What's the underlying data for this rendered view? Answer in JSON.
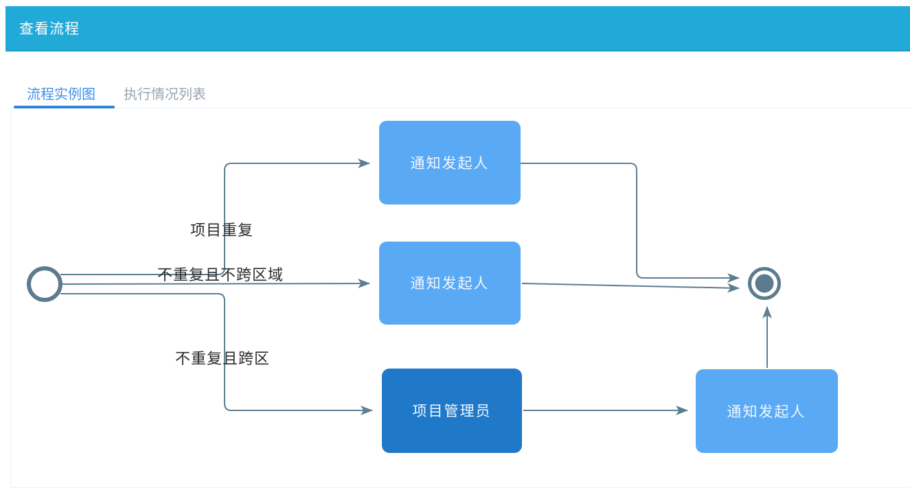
{
  "header": {
    "title": "查看流程"
  },
  "tabs": [
    {
      "label": "流程实例图",
      "active": true
    },
    {
      "label": "执行情况列表",
      "active": false
    }
  ],
  "diagram": {
    "events": [
      {
        "id": "start",
        "type": "start-event"
      },
      {
        "id": "end",
        "type": "end-event"
      }
    ],
    "nodes": [
      {
        "id": "notify-initiator-top",
        "label": "通知发起人",
        "color": "#59a9f5"
      },
      {
        "id": "notify-initiator-middle",
        "label": "通知发起人",
        "color": "#59a9f5"
      },
      {
        "id": "project-admin",
        "label": "项目管理员",
        "color": "#2078c8"
      },
      {
        "id": "notify-initiator-bottom",
        "label": "通知发起人",
        "color": "#59a9f5"
      }
    ],
    "edges": [
      {
        "from": "start",
        "to": "notify-initiator-top",
        "label": "项目重复"
      },
      {
        "from": "start",
        "to": "notify-initiator-middle",
        "label": "不重复且不跨区域"
      },
      {
        "from": "start",
        "to": "project-admin",
        "label": "不重复且跨区"
      },
      {
        "from": "notify-initiator-top",
        "to": "end",
        "label": ""
      },
      {
        "from": "notify-initiator-middle",
        "to": "end",
        "label": ""
      },
      {
        "from": "project-admin",
        "to": "notify-initiator-bottom",
        "label": ""
      },
      {
        "from": "notify-initiator-bottom",
        "to": "end",
        "label": ""
      }
    ]
  },
  "colors": {
    "header_bg": "#21a9d8",
    "header_border": "#1b9dcb",
    "active_tab_text": "#3f8fe8",
    "tab_underline": "#2d83db",
    "inactive_tab_text": "#9aa5b1",
    "node_light_blue": "#59a9f5",
    "node_dark_blue": "#2078c8",
    "connector": "#5d7d90",
    "event_outline": "#5c7b8e",
    "panel_border": "#e9f1f7"
  }
}
